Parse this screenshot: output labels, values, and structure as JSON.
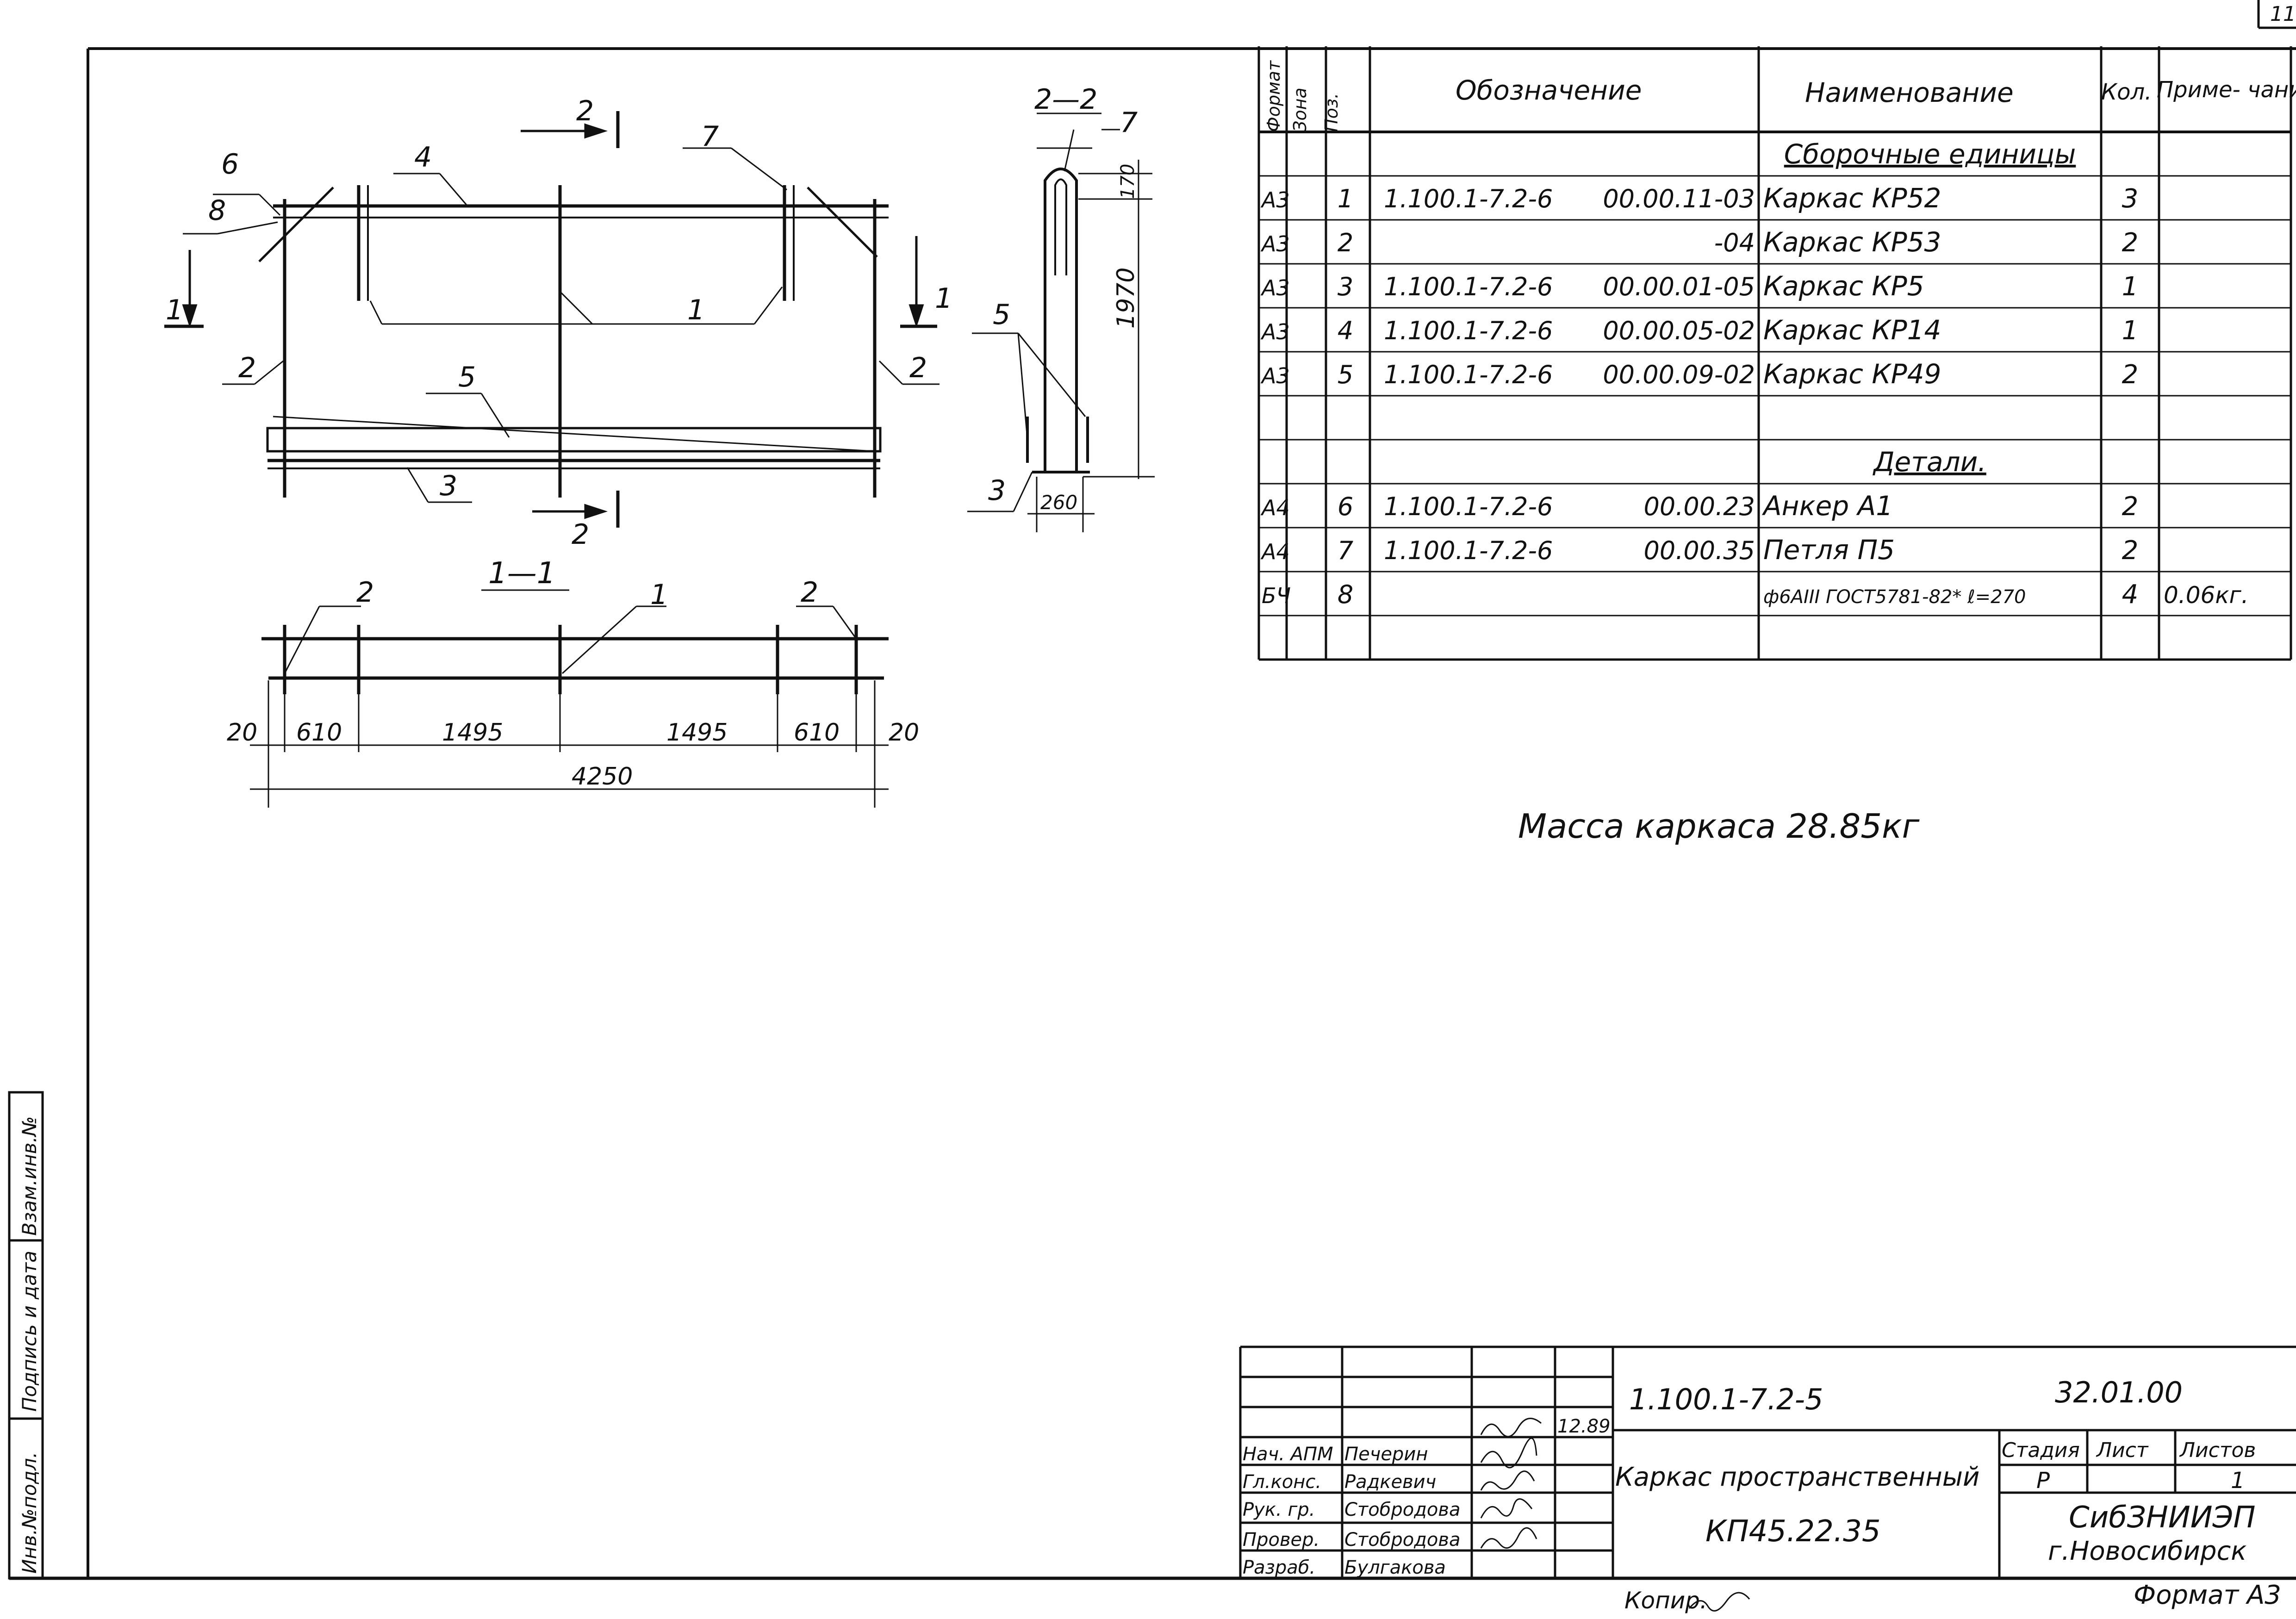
{
  "sheet_number": "11",
  "side_stamp": [
    "Инв.№подл.",
    "Подпись и дата",
    "Взам.инв.№"
  ],
  "drawing": {
    "front_view": {
      "section_mark": "2",
      "section_arrow_mark": "1",
      "callouts": [
        "6",
        "8",
        "4",
        "7",
        "1",
        "2",
        "2",
        "5",
        "3"
      ]
    },
    "section_1_1": {
      "title": "1—1",
      "callouts": [
        "2",
        "1",
        "2"
      ],
      "dims": [
        "20",
        "610",
        "1495",
        "1495",
        "610",
        "20"
      ],
      "overall": "4250"
    },
    "section_2_2": {
      "title": "2—2",
      "callouts": [
        "7",
        "5",
        "3"
      ],
      "dims": [
        "170",
        "1970",
        "260"
      ]
    }
  },
  "spec_table": {
    "headers": {
      "format": "Формат",
      "zone": "Зона",
      "pos": "Поз.",
      "designation": "Обозначение",
      "name": "Наименование",
      "qty": "Кол.",
      "note": "Приме- чание"
    },
    "rows": [
      {
        "format": "",
        "pos": "",
        "des1": "",
        "des2": "",
        "name": "Сборочные единицы",
        "qty": "",
        "note": "",
        "heading": true
      },
      {
        "format": "А3",
        "pos": "1",
        "des1": "1.100.1-7.2-6",
        "des2": "00.00.11-03",
        "name": "Каркас КР52",
        "qty": "3",
        "note": ""
      },
      {
        "format": "А3",
        "pos": "2",
        "des1": "",
        "des2": "-04",
        "name": "Каркас КР53",
        "qty": "2",
        "note": ""
      },
      {
        "format": "А3",
        "pos": "3",
        "des1": "1.100.1-7.2-6",
        "des2": "00.00.01-05",
        "name": "Каркас КР5",
        "qty": "1",
        "note": ""
      },
      {
        "format": "А3",
        "pos": "4",
        "des1": "1.100.1-7.2-6",
        "des2": "00.00.05-02",
        "name": "Каркас КР14",
        "qty": "1",
        "note": ""
      },
      {
        "format": "А3",
        "pos": "5",
        "des1": "1.100.1-7.2-6",
        "des2": "00.00.09-02",
        "name": "Каркас КР49",
        "qty": "2",
        "note": ""
      },
      {
        "format": "",
        "pos": "",
        "des1": "",
        "des2": "",
        "name": "",
        "qty": "",
        "note": ""
      },
      {
        "format": "",
        "pos": "",
        "des1": "",
        "des2": "",
        "name": "Детали.",
        "qty": "",
        "note": "",
        "heading": true
      },
      {
        "format": "А4",
        "pos": "6",
        "des1": "1.100.1-7.2-6",
        "des2": "00.00.23",
        "name": "Анкер А1",
        "qty": "2",
        "note": ""
      },
      {
        "format": "А4",
        "pos": "7",
        "des1": "1.100.1-7.2-6",
        "des2": "00.00.35",
        "name": "Петля П5",
        "qty": "2",
        "note": ""
      },
      {
        "format": "БЧ",
        "pos": "8",
        "des1": "",
        "des2": "",
        "name": "ф6АIII ГОСТ5781-82* ℓ=270",
        "qty": "4",
        "note": "0.06кг."
      },
      {
        "format": "",
        "pos": "",
        "des1": "",
        "des2": "",
        "name": "",
        "qty": "",
        "note": ""
      }
    ]
  },
  "mass_note": "Масса каркаса 28.85кг",
  "title_block": {
    "doc_code": "1.100.1-7.2-5",
    "doc_code2": "32.01.00",
    "item_name": "Каркас пространственный",
    "item_mark": "КП45.22.35",
    "stage_label": "Стадия",
    "sheet_label": "Лист",
    "sheets_label": "Листов",
    "stage": "Р",
    "sheets": "1",
    "organization": "СибЗНИИЭП",
    "city": "г.Новосибирск",
    "date": "12.89",
    "people": [
      {
        "role": "Нач. АПМ",
        "name": "Печерин"
      },
      {
        "role": "Гл.конс.",
        "name": "Радкевич"
      },
      {
        "role": "Рук. гр.",
        "name": "Стобродова"
      },
      {
        "role": "Провер.",
        "name": "Стобродова"
      },
      {
        "role": "Разраб.",
        "name": "Булгакова"
      }
    ]
  },
  "copied_label": "Копир.",
  "format_label": "Формат А3"
}
